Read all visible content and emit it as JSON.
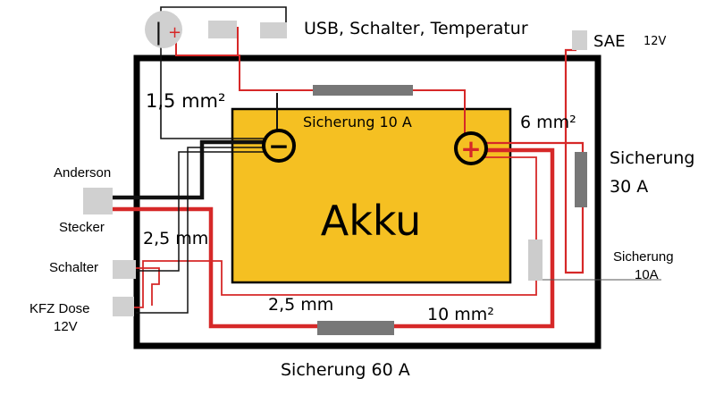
{
  "colors": {
    "box_border": "#000000",
    "battery_fill": "#f5c022",
    "battery_border": "#000000",
    "wire_red": "#d62828",
    "wire_black": "#111111",
    "wire_thin": "#555555",
    "fuse_dark": "#777777",
    "fuse_light": "#cccccc",
    "connector": "#d0d0d0"
  },
  "labels": {
    "top_label": "USB, Schalter, Temperatur",
    "sae": "SAE",
    "sae_voltage": "12V",
    "wire_1_5": "1,5 mm²",
    "fuse_10a_top": "Sicherung 10 A",
    "wire_6": "6 mm²",
    "fuse_30a_line1": "Sicherung",
    "fuse_30a_line2": "30 A",
    "battery": "Akku",
    "anderson": "Anderson",
    "stecker": "Stecker",
    "wire_2_5_left": "2,5 mm",
    "schalter": "Schalter",
    "kfz_line1": "KFZ Dose",
    "kfz_line2": "12V",
    "wire_2_5_bottom": "2,5 mm",
    "wire_10": "10 mm²",
    "fuse_10a_right_line1": "Sicherung",
    "fuse_10a_right_line2": "10A",
    "fuse_60a": "Sicherung 60 A"
  },
  "icons": {
    "minus_terminal": "−",
    "plus_terminal": "+",
    "usb_socket": "|",
    "usb_plus": "+"
  }
}
